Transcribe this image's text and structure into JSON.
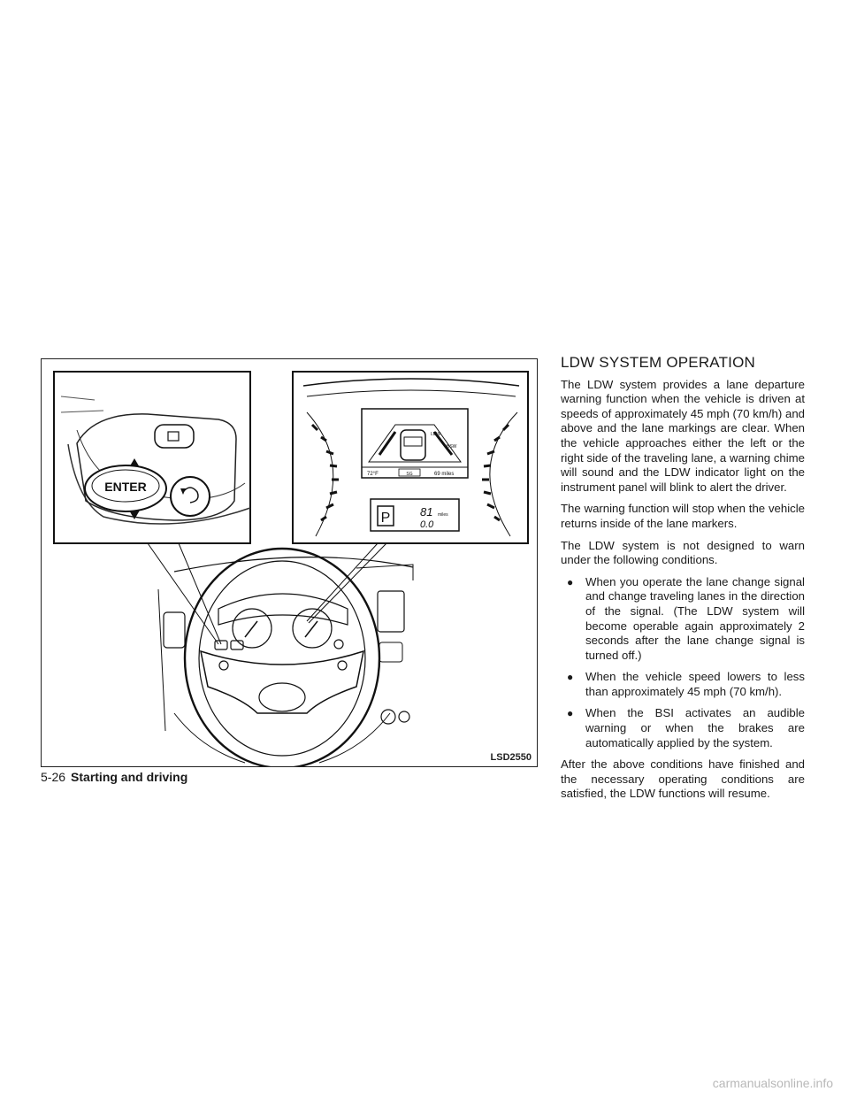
{
  "section": {
    "title": "LDW SYSTEM OPERATION",
    "paragraphs": [
      "The LDW system provides a lane departure warning function when the vehicle is driven at speeds of approximately 45 mph (70 km/h) and above and the lane markings are clear. When the vehicle approaches either the left or the right side of the traveling lane, a warning chime will sound and the LDW indicator light on the instrument panel will blink to alert the driver.",
      "The warning function will stop when the vehicle returns inside of the lane markers.",
      "The LDW system is not designed to warn under the following conditions."
    ],
    "bullets": [
      "When you operate the lane change signal and change traveling lanes in the direction of the signal. (The LDW system will become operable again approximately 2 seconds after the lane change signal is turned off.)",
      "When the vehicle speed lowers to less than approximately 45 mph (70 km/h).",
      "When the BSI activates an audible warning or when the brakes are automatically applied by the system."
    ],
    "closing": "After the above conditions have finished and the necessary operating conditions are satisfied, the LDW functions will resume."
  },
  "figure": {
    "code": "LSD2550",
    "enter_label": "ENTER",
    "display": {
      "ldw": "LDW",
      "bsw": "BSW",
      "temp": "72°F",
      "gear_mid": "SG",
      "range": "69 miles",
      "gear": "P",
      "odo": "81",
      "odo_unit": "miles",
      "trip": "0.0"
    }
  },
  "footer": {
    "page_number": "5-26",
    "chapter": "Starting and driving"
  },
  "watermark": "carmanualsonline.info"
}
